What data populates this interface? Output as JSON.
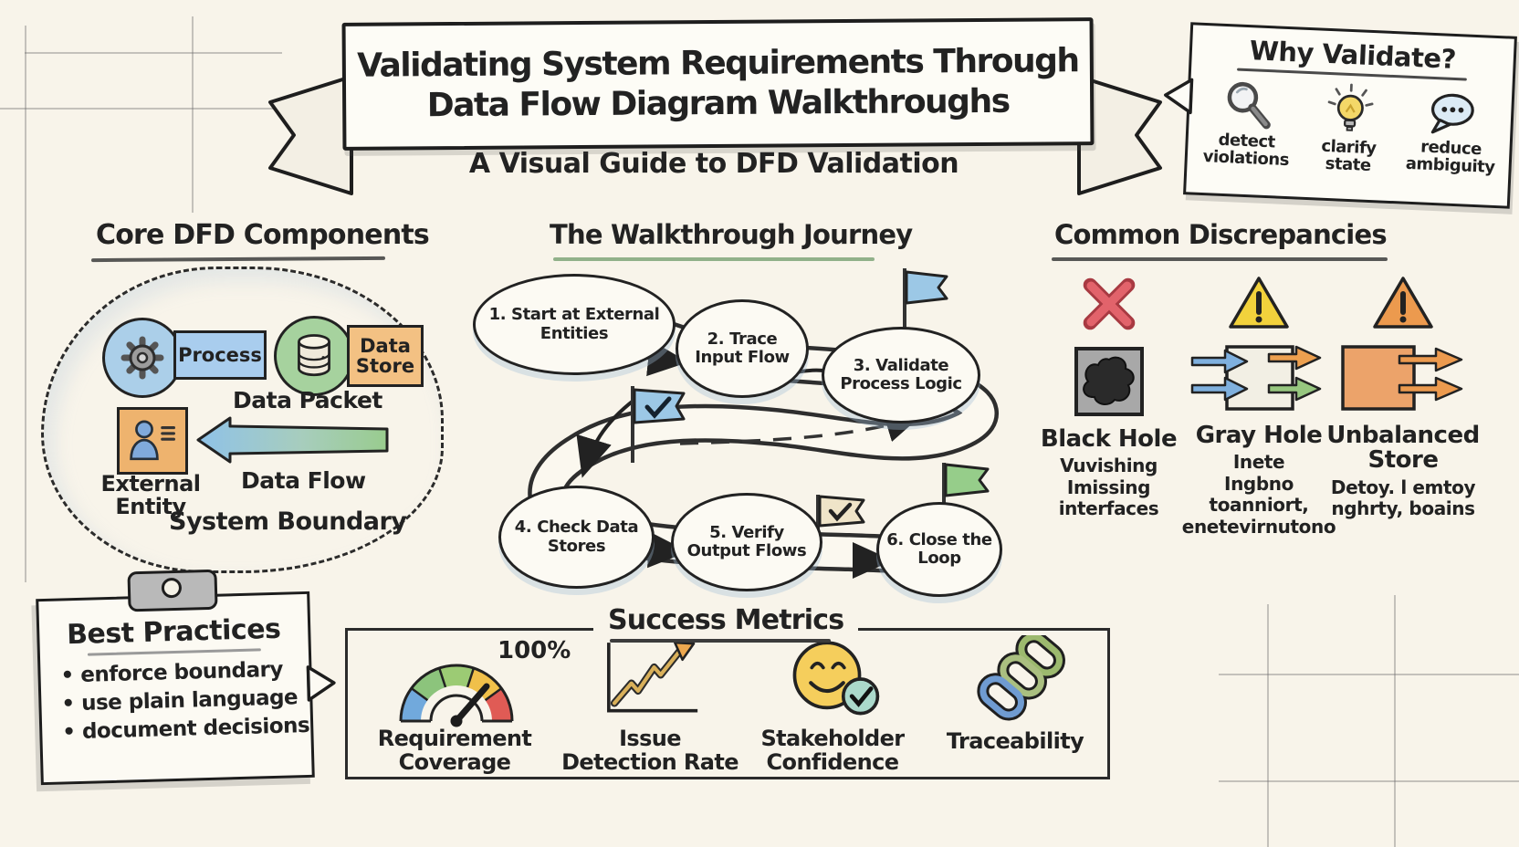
{
  "page": {
    "title_line1": "Validating System Requirements Through",
    "title_line2": "Data Flow Diagram Walkthroughs",
    "subtitle": "A Visual Guide to DFD Validation"
  },
  "why_validate": {
    "title": "Why Validate?",
    "items": [
      {
        "icon": "magnifier-icon",
        "label": "detect violations"
      },
      {
        "icon": "lightbulb-icon",
        "label": "clarify state"
      },
      {
        "icon": "speech-bubble-icon",
        "label": "reduce ambiguity"
      }
    ]
  },
  "core_components": {
    "title": "Core DFD Components",
    "process": {
      "label": "Process",
      "icon": "gear-icon"
    },
    "data_store": {
      "label": "Data Store",
      "icon": "database-cylinder-icon"
    },
    "external_entity": {
      "label": "External Entity",
      "icon": "person-card-icon"
    },
    "data_flow": {
      "top_label": "Data Packet",
      "bottom_label": "Data Flow",
      "icon": "left-arrow-icon"
    },
    "boundary_label": "System Boundary"
  },
  "journey": {
    "title": "The Walkthrough Journey",
    "steps": [
      {
        "label": "1. Start at External Entities"
      },
      {
        "label": "2. Trace Input Flow"
      },
      {
        "label": "3. Validate Process Logic"
      },
      {
        "label": "4. Check Data Stores"
      },
      {
        "label": "5. Verify Output Flows"
      },
      {
        "label": "6. Close the Loop"
      }
    ]
  },
  "discrepancies": {
    "title": "Common Discrepancies",
    "items": [
      {
        "name": "Black Hole",
        "marker_icon": "red-x-icon",
        "shape_icon": "black-hole-square-icon",
        "description": "Vuvishing\nImissing\ninterfaces"
      },
      {
        "name": "Gray Hole",
        "marker_icon": "yellow-warning-triangle-icon",
        "shape_icon": "gray-hole-square-icon",
        "description": "Inete\nIngbno\ntoanniort,\nenetevirnutono"
      },
      {
        "name": "Unbalanced Store",
        "marker_icon": "orange-warning-triangle-icon",
        "shape_icon": "unbalanced-store-square-icon",
        "description": "Detoy. l emtoy\nnghrty, boains"
      }
    ]
  },
  "best_practices": {
    "title": "Best Practices",
    "items": [
      "enforce boundary",
      "use plain language",
      "document decisions"
    ]
  },
  "metrics": {
    "title": "Success Metrics",
    "gauge_value": "100%",
    "items": [
      {
        "label": "Requirement Coverage",
        "icon": "gauge-icon"
      },
      {
        "label": "Issue Detection Rate",
        "icon": "trend-line-icon"
      },
      {
        "label": "Stakeholder Confidence",
        "icon": "smiley-check-icon"
      },
      {
        "label": "Traceability",
        "icon": "chain-links-icon"
      }
    ]
  },
  "colors": {
    "background": "#f8f4ea",
    "ink": "#2b2b2b",
    "process_blue": "#a9cdee",
    "store_green": "#a6d29e",
    "store_orange": "#f3c183",
    "entity_orange": "#eeb36e",
    "flag_blue": "#9cc8e6",
    "flag_green": "#96cd8a",
    "flag_beige": "#efe4c8",
    "error_red": "#e2636b",
    "warning_yellow": "#f2d23c",
    "warning_orange": "#ec9a4e"
  }
}
